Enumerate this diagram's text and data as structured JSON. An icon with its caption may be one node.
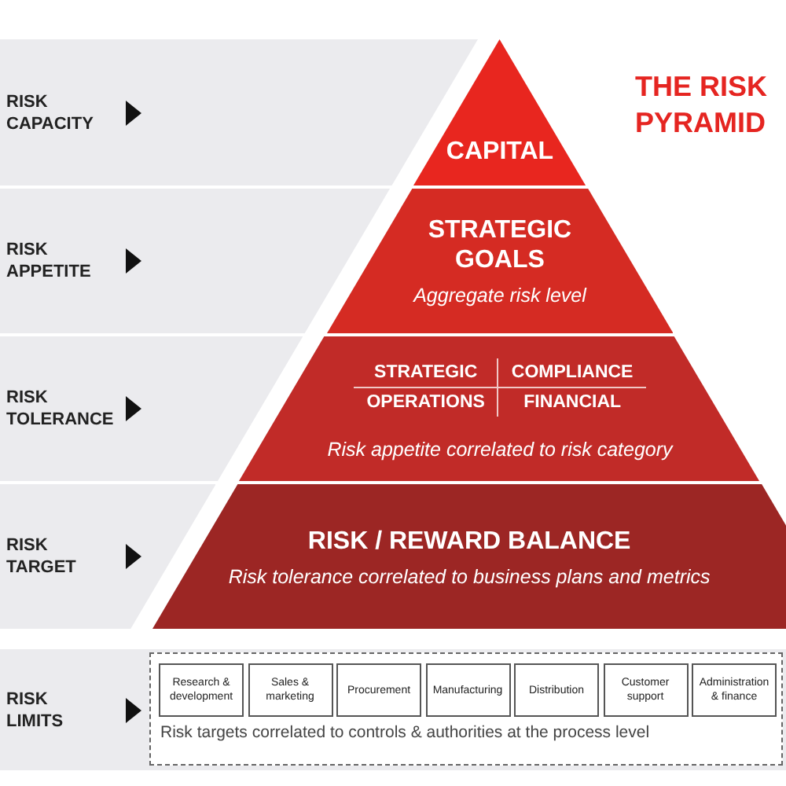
{
  "diagram": {
    "title": "THE RISK PYRAMID",
    "nodes": [
      {
        "text": [
          "RISK CAPACITY"
        ]
      },
      {
        "text": [
          "CAPITAL"
        ]
      },
      {
        "text": [
          "RISK APPETITE"
        ]
      },
      {
        "text": [
          "STRATEGIC GOALS",
          "Aggregate risk level"
        ]
      },
      {
        "text": [
          "RISK TOLERANCE"
        ]
      },
      {
        "text": [
          "STRATEGIC",
          "COMPLIANCE",
          "OPERATIONS",
          "FINANCIAL",
          "Risk appetite correlated to risk category"
        ]
      },
      {
        "text": [
          "RISK TARGET"
        ]
      },
      {
        "text": [
          "RISK / REWARD BALANCE",
          "Risk tolerance correlated to business plans and metrics"
        ]
      },
      {
        "text": [
          "RISK LIMITS"
        ]
      },
      {
        "text": [
          "Risk targets correlated to controls & authorities at the process level"
        ],
        "in": 8
      },
      {
        "text": [
          "Research & development"
        ],
        "in": 9
      },
      {
        "text": [
          "Sales & marketing"
        ],
        "in": 9
      },
      {
        "text": [
          "Procurement"
        ],
        "in": 9
      },
      {
        "text": [
          "Manufacturing"
        ],
        "in": 9
      },
      {
        "text": [
          "Distribution"
        ],
        "in": 9
      },
      {
        "text": [
          "Customer support"
        ],
        "in": 9
      },
      {
        "text": [
          "Administration & finance"
        ],
        "in": 9
      }
    ]
  }
}
